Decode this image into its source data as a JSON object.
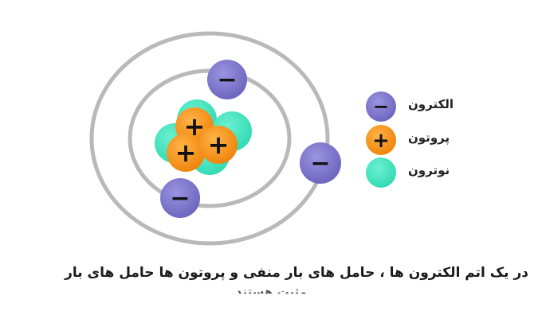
{
  "diagram": {
    "electron_symbol": "−",
    "proton_symbol": "+",
    "colors": {
      "orbit": "#b9b9b9",
      "electron": "#7b74c9",
      "proton": "#f28c12",
      "neutron": "#3de3bd"
    }
  },
  "legend": {
    "electron_label": "الکترون",
    "proton_label": "پروتون",
    "neutron_label": "نوترون"
  },
  "caption": {
    "line1": "در یک اتم الکترون ها ، حامل های بار منفی و پروتون ها حامل های بار",
    "line2": "مثبت هستند."
  }
}
